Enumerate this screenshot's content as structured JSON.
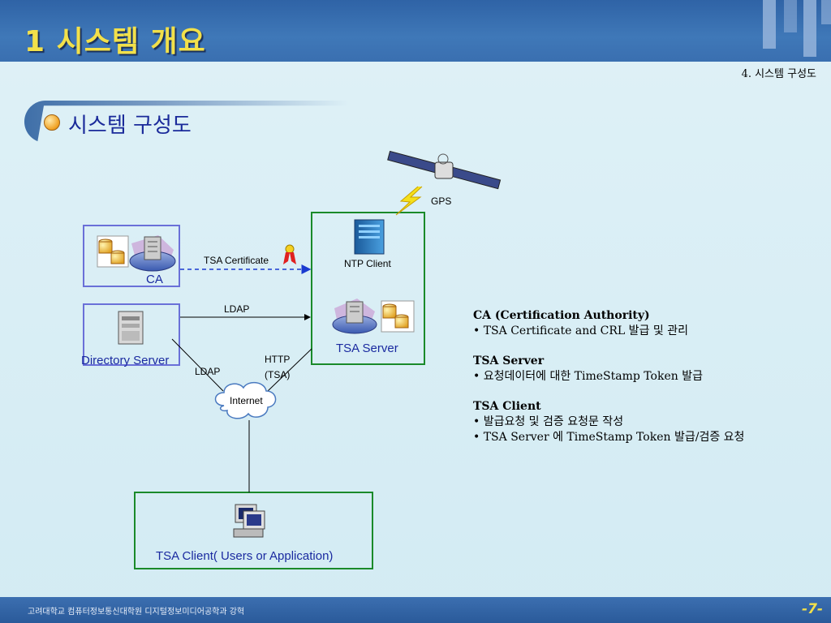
{
  "header": {
    "title": "1 시스템 개요",
    "subtitle": "4. 시스템 구성도"
  },
  "section": {
    "title": "시스템 구성도"
  },
  "diagram": {
    "gps_label": "GPS",
    "ntp_label": "NTP Client",
    "tsa_server_label": "TSA Server",
    "ca_label": "CA",
    "tsa_cert_label": "TSA Certificate",
    "ldap_top_label": "LDAP",
    "directory_label": "Directory  Server",
    "ldap_bottom_label": "LDAP",
    "http_label": "HTTP",
    "tsa_paren_label": "(TSA)",
    "internet_label": "Internet",
    "client_label": "TSA Client( Users or Application)"
  },
  "info": {
    "ca_title": "CA (Certification Authority)",
    "ca_item": "• TSA Certificate and CRL 발급 및 관리",
    "server_title": "TSA Server",
    "server_item": "• 요청데이터에 대한 TimeStamp Token 발급",
    "client_title": "TSA Client",
    "client_item1": "• 발급요청 및 검증 요청문 작성",
    "client_item2": "• TSA Server 에 TimeStamp Token 발급/검증 요청"
  },
  "footer": {
    "text": "고려대학교 컴퓨터정보통신대학원 디지털정보미디어공학과 강혁",
    "page": "-7-"
  },
  "colors": {
    "header": "#3a6fb0",
    "title": "#f2e04a",
    "label_blue": "#1a2aa0",
    "box_green": "#1a8a2a",
    "box_blue": "#6a70d8"
  }
}
